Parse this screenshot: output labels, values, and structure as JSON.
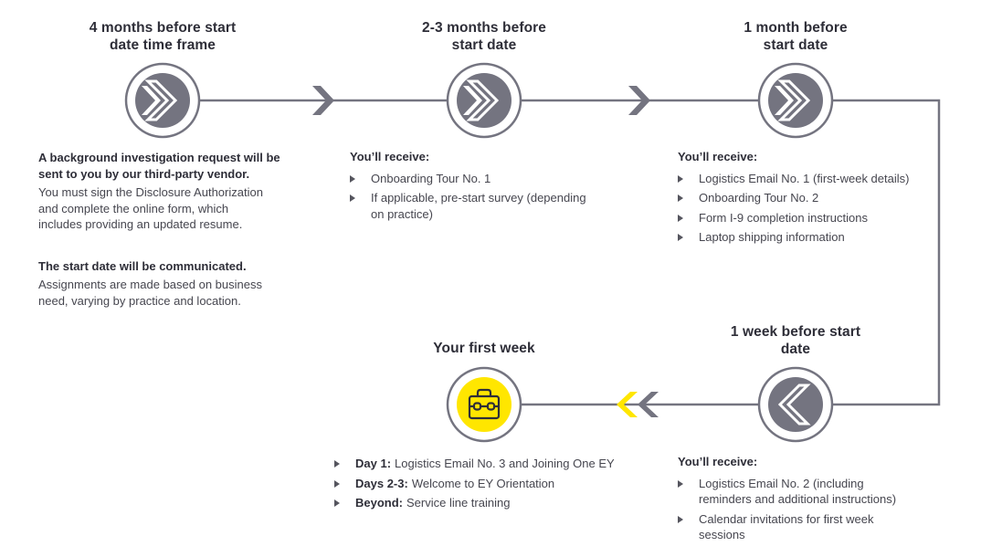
{
  "palette": {
    "gray": "#747480",
    "dark_text": "#2e2e38",
    "body_text": "#46464f",
    "yellow": "#ffe600",
    "white": "#ffffff"
  },
  "icons": {
    "node_forward": "double-chevron-right-icon",
    "node_back": "chevron-left-icon",
    "node_first_week": "briefcase-icon",
    "connector_forward": "chevron-right-arrow-icon",
    "connector_back_yellow": "chevron-left-yellow-arrow-icon",
    "connector_back_gray": "chevron-left-gray-arrow-icon",
    "bullet": "triangle-right-bullet-icon"
  },
  "nodes": [
    {
      "title": "4 months before start\ndate time frame",
      "icon": "double-chevron-right"
    },
    {
      "title": "2-3 months before\nstart date",
      "icon": "double-chevron-right"
    },
    {
      "title": "1 month before\nstart date",
      "icon": "double-chevron-right"
    },
    {
      "title": "1 week before start\ndate",
      "icon": "chevron-left"
    },
    {
      "title": "Your first week",
      "icon": "briefcase"
    }
  ],
  "blocks": {
    "four_months": {
      "para1_bold": "A background investigation request will be\nsent to you by our third-party vendor.",
      "para1_text": "You must sign the Disclosure Authorization\nand complete the online form, which\nincludes providing an updated resume.",
      "para2_bold": "The start date will be communicated.",
      "para2_text": "Assignments are made based on business\nneed, varying by practice and location."
    },
    "two_three_months": {
      "heading": "You’ll receive:",
      "items": [
        "Onboarding Tour No. 1",
        "If applicable, pre-start survey (depending\non practice)"
      ]
    },
    "one_month": {
      "heading": "You’ll receive:",
      "items": [
        "Logistics Email No. 1 (first-week details)",
        "Onboarding Tour No. 2",
        "Form I-9 completion instructions",
        "Laptop shipping information"
      ]
    },
    "one_week": {
      "heading": "You’ll receive:",
      "items": [
        "Logistics Email No. 2 (including\nreminders and additional instructions)",
        "Calendar invitations for first week\nsessions"
      ]
    },
    "first_week": {
      "items": [
        {
          "lead": "Day 1:",
          "text": "Logistics Email No. 3 and Joining One EY"
        },
        {
          "lead": "Days 2-3:",
          "text": "Welcome to EY Orientation"
        },
        {
          "lead": "Beyond:",
          "text": "Service line training"
        }
      ]
    }
  }
}
